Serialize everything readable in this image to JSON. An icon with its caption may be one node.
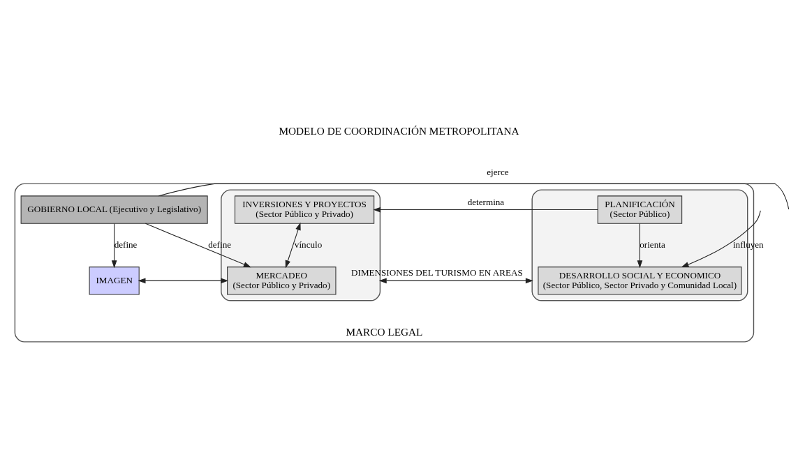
{
  "diagram": {
    "title": "MODELO DE COORDINACIÓN METROPOLITANA",
    "nodes": [
      {
        "text": [
          "MARCO LEGAL"
        ]
      },
      {
        "text": [],
        "shape": "box",
        "in": 0
      },
      {
        "text": [
          "INVERSIONES Y PROYECTOS",
          "(Sector Público y Privado)"
        ],
        "in": 1
      },
      {
        "text": [
          "MERCADEO",
          "(Sector Público y Privado)"
        ],
        "in": 1
      },
      {
        "text": [
          "GOBIERNO LOCAL (Ejecutivo y Legislativo)"
        ],
        "in": 0
      },
      {
        "text": [
          "IMAGEN"
        ],
        "in": 0
      },
      {
        "text": [],
        "shape": "box",
        "in": 0
      },
      {
        "text": [
          "PLANIFICACIÓN",
          "(Sector Público)"
        ],
        "in": 6
      },
      {
        "text": [
          "DESARROLLO SOCIAL Y ECONOMICO",
          "(Sector Público, Sector Privado y Comunidad Local)"
        ],
        "in": 6
      }
    ],
    "edges": [
      {
        "from": 7,
        "to": 2,
        "arrow": "to",
        "label": "determina"
      },
      {
        "from": 2,
        "to": 3,
        "arrow": "both",
        "label": "vínculo"
      },
      {
        "from": 4,
        "to": 3,
        "arrow": "to",
        "label": "define"
      },
      {
        "from": 4,
        "to": 5,
        "arrow": "to",
        "label": "define"
      },
      {
        "from": 3,
        "to": 5,
        "arrow": "both"
      },
      {
        "from": 4,
        "to": null,
        "arrow": "none",
        "label": "ejerce"
      },
      {
        "from": 7,
        "to": 8,
        "arrow": "to",
        "label": "orienta"
      },
      {
        "from": null,
        "to": 8,
        "arrow": "to",
        "label": "influyen"
      },
      {
        "from": 1,
        "to": 6,
        "arrow": "both",
        "label": "DIMENSIONES DEL TURISMO EN AREAS"
      }
    ]
  }
}
